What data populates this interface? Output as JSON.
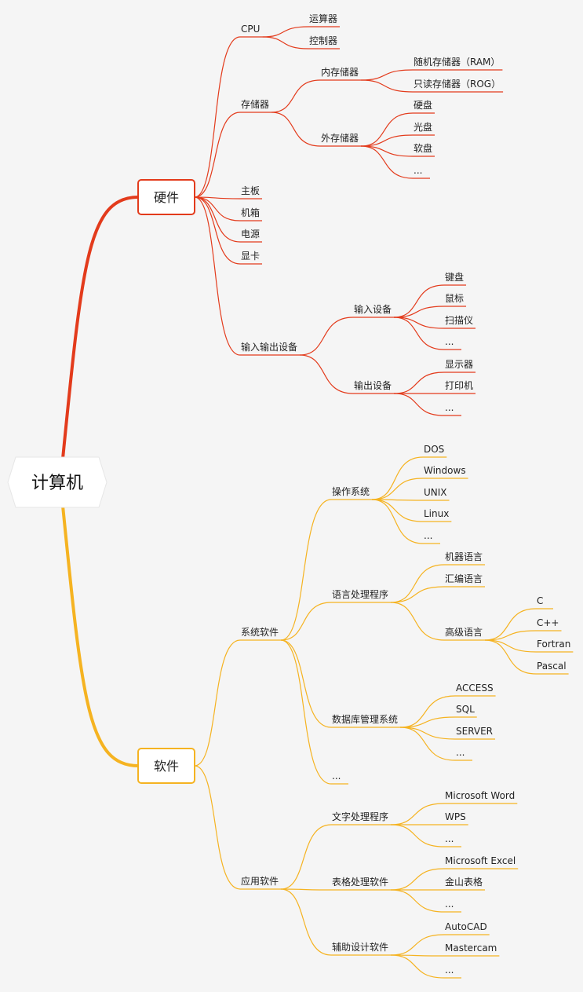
{
  "root": "计算机",
  "colors": {
    "background": "#f5f5f5",
    "hardware": "#e33b1c",
    "software": "#f5b321",
    "root_fill": "#ffffff"
  },
  "branches": [
    {
      "id": "hw",
      "label": "硬件",
      "children": [
        {
          "id": "cpu",
          "label": "CPU",
          "children": [
            {
              "id": "cpu-alu",
              "label": "运算器"
            },
            {
              "id": "cpu-ctrl",
              "label": "控制器"
            }
          ]
        },
        {
          "id": "mem",
          "label": "存储器",
          "children": [
            {
              "id": "mem-int",
              "label": "内存储器",
              "children": [
                {
                  "id": "rom",
                  "label": "只读存储器（ROG）"
                },
                {
                  "id": "ram",
                  "label": "随机存储器（RAM）"
                }
              ]
            },
            {
              "id": "mem-ext",
              "label": "外存储器",
              "children": [
                {
                  "id": "hdd",
                  "label": "硬盘"
                },
                {
                  "id": "cd",
                  "label": "光盘"
                },
                {
                  "id": "fdd",
                  "label": "软盘"
                },
                {
                  "id": "ext-more",
                  "label": "..."
                }
              ]
            }
          ]
        },
        {
          "id": "mb",
          "label": "主板"
        },
        {
          "id": "case",
          "label": "机箱"
        },
        {
          "id": "psu",
          "label": "电源"
        },
        {
          "id": "gpu",
          "label": "显卡"
        },
        {
          "id": "io",
          "label": "输入输出设备",
          "children": [
            {
              "id": "in",
              "label": "输入设备",
              "children": [
                {
                  "id": "kb",
                  "label": "键盘"
                },
                {
                  "id": "mouse",
                  "label": "鼠标"
                },
                {
                  "id": "scanner",
                  "label": "扫描仪"
                },
                {
                  "id": "in-more",
                  "label": "..."
                }
              ]
            },
            {
              "id": "out",
              "label": "输出设备",
              "children": [
                {
                  "id": "monitor",
                  "label": "显示器"
                },
                {
                  "id": "printer",
                  "label": "打印机"
                },
                {
                  "id": "out-more",
                  "label": "..."
                }
              ]
            }
          ]
        }
      ]
    },
    {
      "id": "sw",
      "label": "软件",
      "children": [
        {
          "id": "sys",
          "label": "系统软件",
          "children": [
            {
              "id": "os",
              "label": "操作系统",
              "children": [
                {
                  "id": "dos",
                  "label": "DOS"
                },
                {
                  "id": "win",
                  "label": "Windows"
                },
                {
                  "id": "unix",
                  "label": "UNIX"
                },
                {
                  "id": "linux",
                  "label": "Linux"
                },
                {
                  "id": "os-more",
                  "label": "..."
                }
              ]
            },
            {
              "id": "lang",
              "label": "语言处理程序",
              "children": [
                {
                  "id": "ml",
                  "label": "机器语言"
                },
                {
                  "id": "asm",
                  "label": "汇编语言"
                },
                {
                  "id": "hl",
                  "label": "高级语言",
                  "children": [
                    {
                      "id": "c",
                      "label": "C"
                    },
                    {
                      "id": "cpp",
                      "label": "C++"
                    },
                    {
                      "id": "fortran",
                      "label": "Fortran"
                    },
                    {
                      "id": "pascal",
                      "label": "Pascal"
                    }
                  ]
                }
              ]
            },
            {
              "id": "db",
              "label": "数据库管理系统",
              "children": [
                {
                  "id": "access",
                  "label": "ACCESS"
                },
                {
                  "id": "sql",
                  "label": "SQL"
                },
                {
                  "id": "server",
                  "label": "SERVER"
                },
                {
                  "id": "db-more",
                  "label": "..."
                }
              ]
            },
            {
              "id": "sys-more",
              "label": "..."
            }
          ]
        },
        {
          "id": "app",
          "label": "应用软件",
          "children": [
            {
              "id": "wp",
              "label": "文字处理程序",
              "children": [
                {
                  "id": "word",
                  "label": "Microsoft Word"
                },
                {
                  "id": "wps",
                  "label": "WPS"
                },
                {
                  "id": "wp-more",
                  "label": "..."
                }
              ]
            },
            {
              "id": "ss",
              "label": "表格处理软件",
              "children": [
                {
                  "id": "excel",
                  "label": "Microsoft Excel"
                },
                {
                  "id": "jsbg",
                  "label": "金山表格"
                },
                {
                  "id": "ss-more",
                  "label": "..."
                }
              ]
            },
            {
              "id": "cad",
              "label": "辅助设计软件",
              "children": [
                {
                  "id": "autocad",
                  "label": "AutoCAD"
                },
                {
                  "id": "mastercam",
                  "label": "Mastercam"
                },
                {
                  "id": "cad-more",
                  "label": "..."
                }
              ]
            }
          ]
        }
      ]
    }
  ]
}
